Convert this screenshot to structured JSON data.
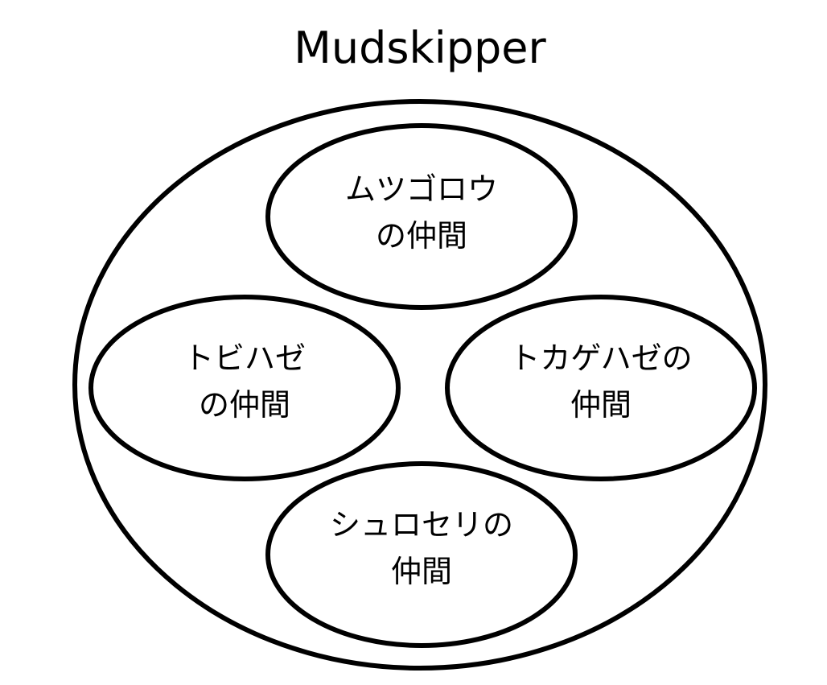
{
  "title": "Mudskipper",
  "outer_group": {
    "stroke": "#000000",
    "fill": "#ffffff"
  },
  "groups": [
    {
      "id": "mutsugorou",
      "lines": [
        "ムツゴロウ",
        "の仲間"
      ]
    },
    {
      "id": "tobihaze",
      "lines": [
        "トビハゼ",
        "の仲間"
      ]
    },
    {
      "id": "tokagehaze",
      "lines": [
        "トカゲハゼの",
        "仲間"
      ]
    },
    {
      "id": "shuroseri",
      "lines": [
        "シュロセリの",
        "仲間"
      ]
    }
  ],
  "colors": {
    "stroke": "#000000",
    "text": "#000000",
    "background": "#ffffff"
  }
}
